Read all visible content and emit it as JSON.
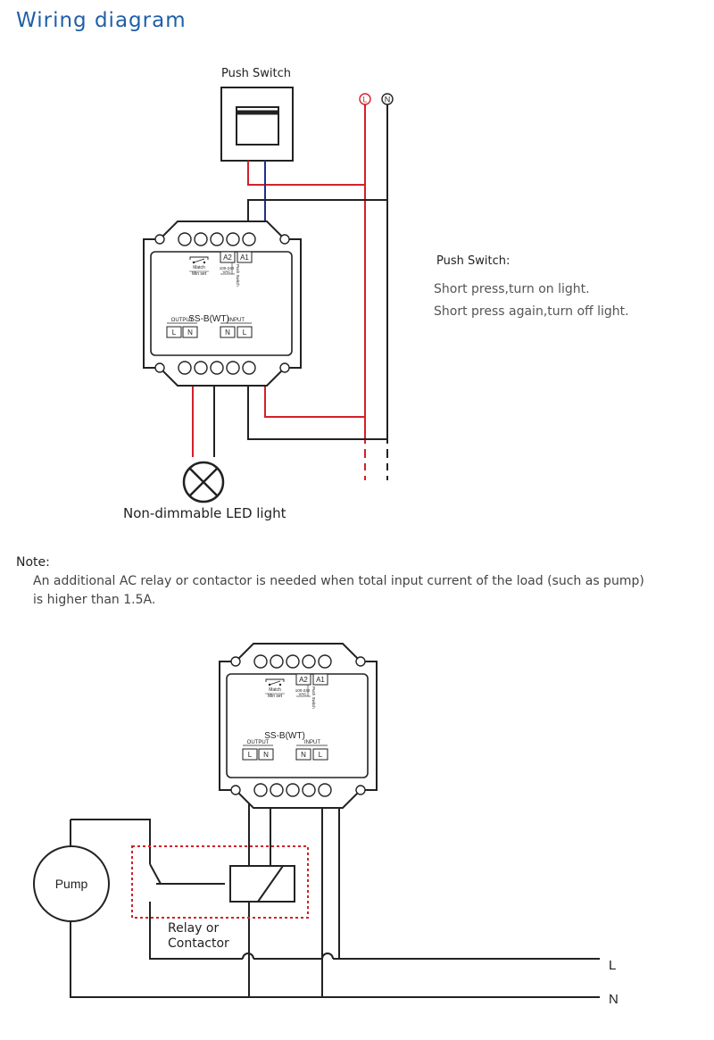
{
  "title": "Wiring diagram",
  "push_switch": {
    "label": "Push Switch",
    "desc_title": "Push Switch:",
    "desc_lines": [
      "Short press,turn on light.",
      "Short press again,turn off light."
    ]
  },
  "supply": {
    "L": "L",
    "N": "N"
  },
  "device": {
    "model": "SS-B(WT)",
    "match_label": "Match",
    "min_set_label": "Min set",
    "a2": "A2",
    "a1": "A1",
    "voltage_line1": "100-240",
    "voltage_line2": "VAC",
    "push_switch_text": "Push Switch",
    "output_label": "OUTPUT",
    "input_label": "INPUT",
    "output_L": "L",
    "output_N": "N",
    "input_N": "N",
    "input_L": "L"
  },
  "load_label": "Non-dimmable LED light",
  "note": {
    "heading": "Note:",
    "lines": [
      "An additional AC relay or contactor is needed when total input current of the load (such as pump)",
      "is higher than 1.5A."
    ]
  },
  "pump_label": "Pump",
  "relay_label_lines": [
    "Relay or",
    "Contactor"
  ],
  "bus": {
    "L": "L",
    "N": "N"
  },
  "colors": {
    "title": "#1f5fa8",
    "live_wire": "#d3202a",
    "switch_wire": "#1e2f8c",
    "relay_box": "#d3202a",
    "wire": "#222222"
  }
}
